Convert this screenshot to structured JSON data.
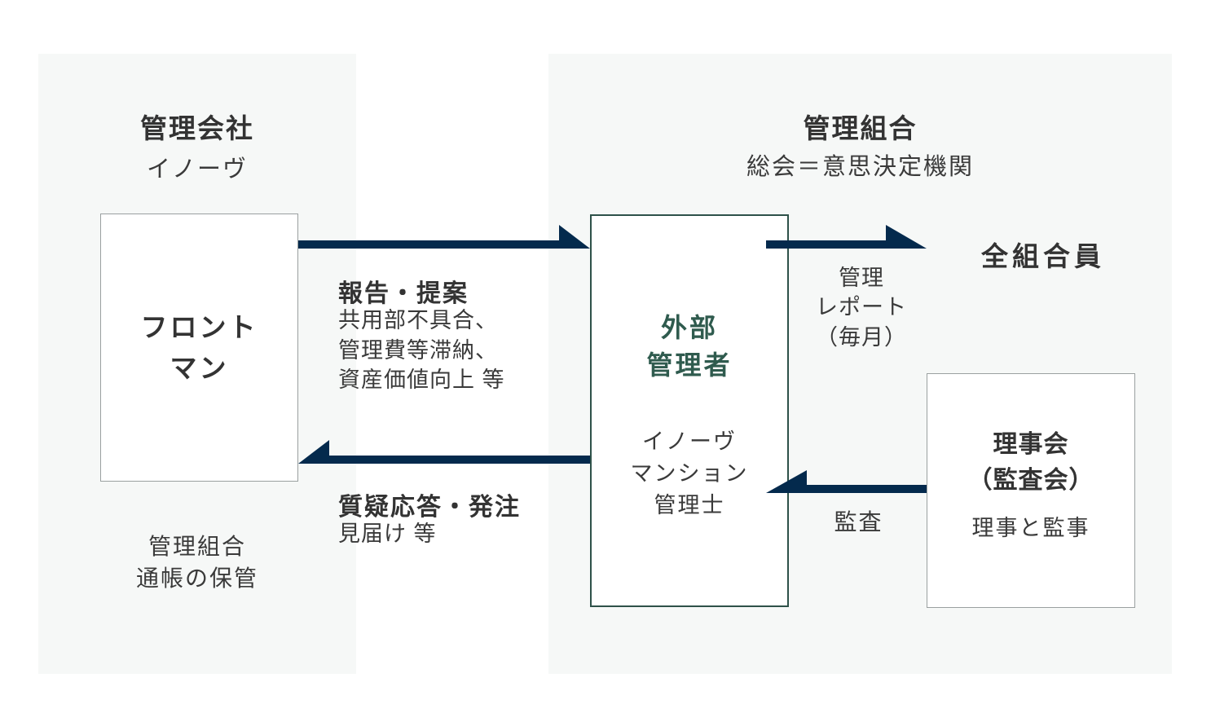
{
  "colors": {
    "arrow_navy": "#042a4d",
    "accent_green": "#2f5b4e",
    "green_box_border": "#2e5149",
    "panel_gray": "#f6f8f7",
    "text_dark": "#333333"
  },
  "left_section": {
    "title": "管理会社",
    "subtitle": "イノーヴ",
    "frontman_box": "フロント\nマン",
    "note": "管理組合\n通帳の保管"
  },
  "right_section": {
    "title": "管理組合",
    "subtitle": "総会＝意思決定機関"
  },
  "external_manager_box": {
    "title": "外部\n管理者",
    "subtitle": "イノーヴ\nマンション\n管理士"
  },
  "board_box": {
    "title": "理事会\n（監査会）",
    "subtitle": "理事と監事"
  },
  "labels": {
    "report_title": "報告・提案",
    "report_details": "共用部不具合、\n管理費等滞納、\n資産価値向上 等",
    "qa_title": "質疑応答・発注",
    "qa_details": "見届け 等",
    "monthly_report": "管理\nレポート\n（毎月）",
    "all_members": "全組合員",
    "audit": "監査"
  }
}
